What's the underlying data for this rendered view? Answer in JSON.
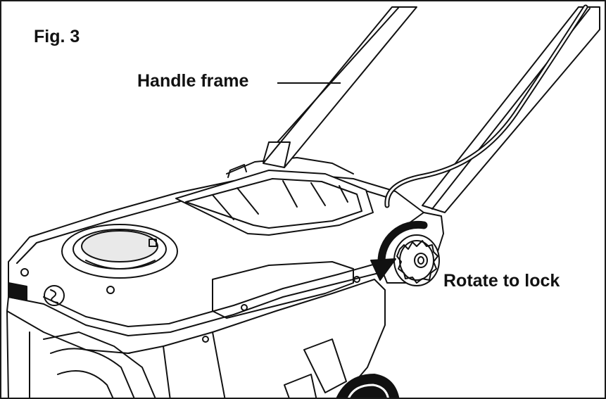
{
  "figure": {
    "figure_label": "Fig. 3",
    "callouts": {
      "handle_frame": "Handle frame",
      "rotate_to_lock": "Rotate to lock"
    },
    "colors": {
      "ink": "#111111",
      "background": "#ffffff",
      "shade": "#e9e9e9"
    }
  }
}
